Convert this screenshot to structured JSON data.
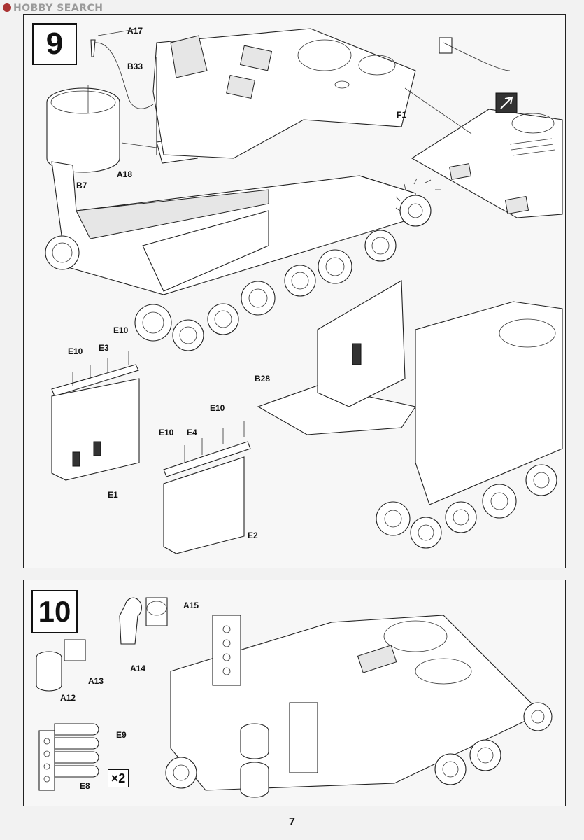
{
  "watermark": "HOBBY SEARCH",
  "page_number": "7",
  "step9": {
    "number": "9",
    "labels": {
      "A17": "A17",
      "B33": "B33",
      "B7": "B7",
      "A18": "A18",
      "F1": "F1",
      "E10": "E10",
      "E3": "E3",
      "E1": "E1",
      "E4": "E4",
      "E2": "E2",
      "B28": "B28"
    }
  },
  "step10": {
    "number": "10",
    "labels": {
      "A15": "A15",
      "A14": "A14",
      "A13": "A13",
      "A12": "A12",
      "E9": "E9",
      "E8": "E8"
    },
    "multiplier": "×2"
  }
}
